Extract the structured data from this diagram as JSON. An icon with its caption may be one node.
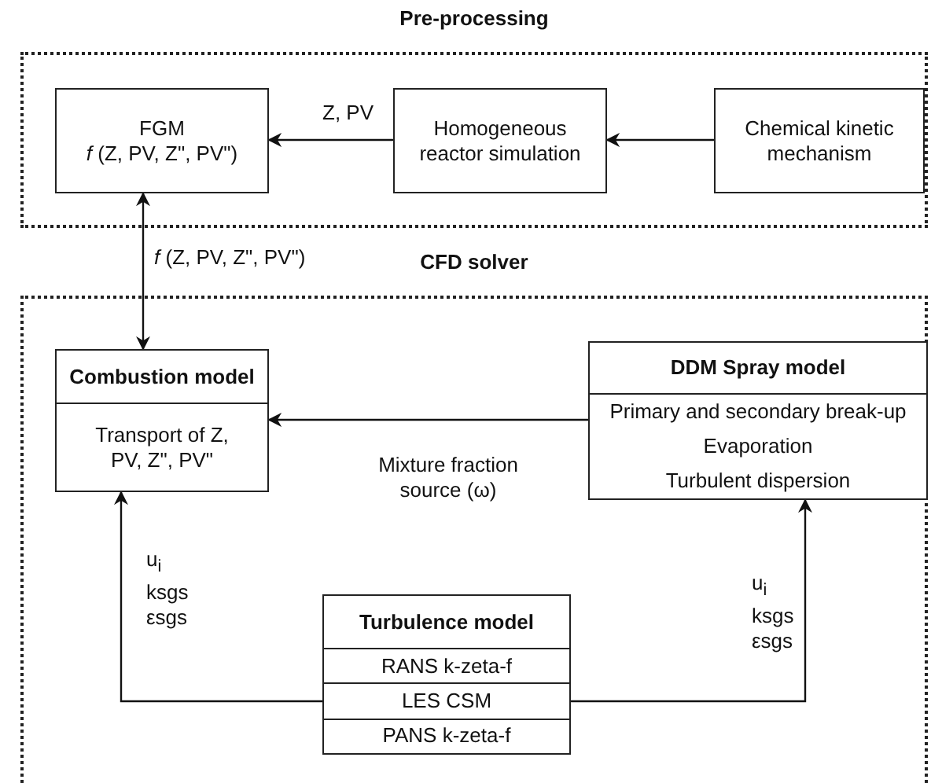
{
  "diagram": {
    "nodes": [
      {
        "text": [
          "Pre-processing"
        ]
      },
      {
        "text": [
          "FGM",
          "*f* (Z, PV, Z\", PV\")"
        ],
        "in": 0
      },
      {
        "text": [
          "Homogeneous reactor simulation"
        ],
        "in": 0
      },
      {
        "text": [
          "Chemical kinetic mechanism"
        ],
        "in": 0
      },
      {
        "text": [
          "CFD solver"
        ]
      },
      {
        "text": [
          "Combustion model",
          "Transport of Z, PV, Z\", PV\""
        ],
        "in": 4
      },
      {
        "text": [
          "DDM Spray model",
          "Primary and secondary break-up",
          "Evaporation",
          "Turbulent dispersion"
        ],
        "in": 4
      },
      {
        "text": [
          "Turbulence model",
          "RANS k-zeta-f",
          "LES CSM",
          "PANS k-zeta-f"
        ],
        "in": 4
      }
    ],
    "edges": [
      {
        "from": 2,
        "to": 1,
        "arrow": "to",
        "label": "Z, PV"
      },
      {
        "from": 3,
        "to": 2,
        "arrow": "to"
      },
      {
        "from": 1,
        "to": 5,
        "arrow": "both",
        "label": "*f* (Z, PV, Z\", PV\")"
      },
      {
        "from": 6,
        "to": 5,
        "arrow": "to",
        "label": "Mixture fraction source (ω)"
      },
      {
        "from": 7,
        "to": 5,
        "arrow": "to",
        "label": "u$_{i}$ ksgs εsgs"
      },
      {
        "from": 7,
        "to": 6,
        "arrow": "to",
        "label": "u$_{i}$ ksgs εsgs"
      }
    ]
  }
}
